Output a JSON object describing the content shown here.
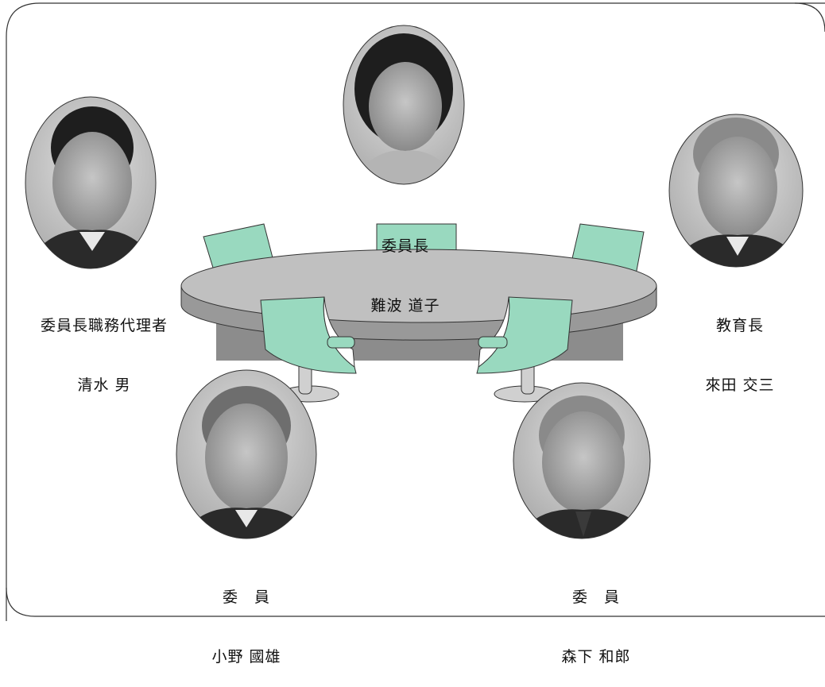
{
  "members": [
    {
      "id": "chair",
      "role": "委員長",
      "name": "難波 道子",
      "photo": "portrait-chair-photo"
    },
    {
      "id": "deputy",
      "role": "委員長職務代理者",
      "name": "清水 男",
      "photo": "portrait-deputy-photo"
    },
    {
      "id": "superintendent",
      "role": "教育長",
      "name": "來田 交三",
      "photo": "portrait-superintendent-photo"
    },
    {
      "id": "member-ono",
      "role": "委　員",
      "name": "小野 國雄",
      "photo": "portrait-member-ono-photo"
    },
    {
      "id": "member-morishita",
      "role": "委　員",
      "name": "森下 和郎",
      "photo": "portrait-member-morishita-photo"
    }
  ],
  "colors": {
    "frame": "#333333",
    "table_top": "#c0c0c0",
    "table_side": "#999999",
    "table_base": "#8c8c8c",
    "chair": "#99d9bf",
    "photo_bg": "#c8c8c8",
    "suit": "#2a2a2a",
    "skin": "#a8a8a8",
    "hair": "#1e1e1e"
  }
}
